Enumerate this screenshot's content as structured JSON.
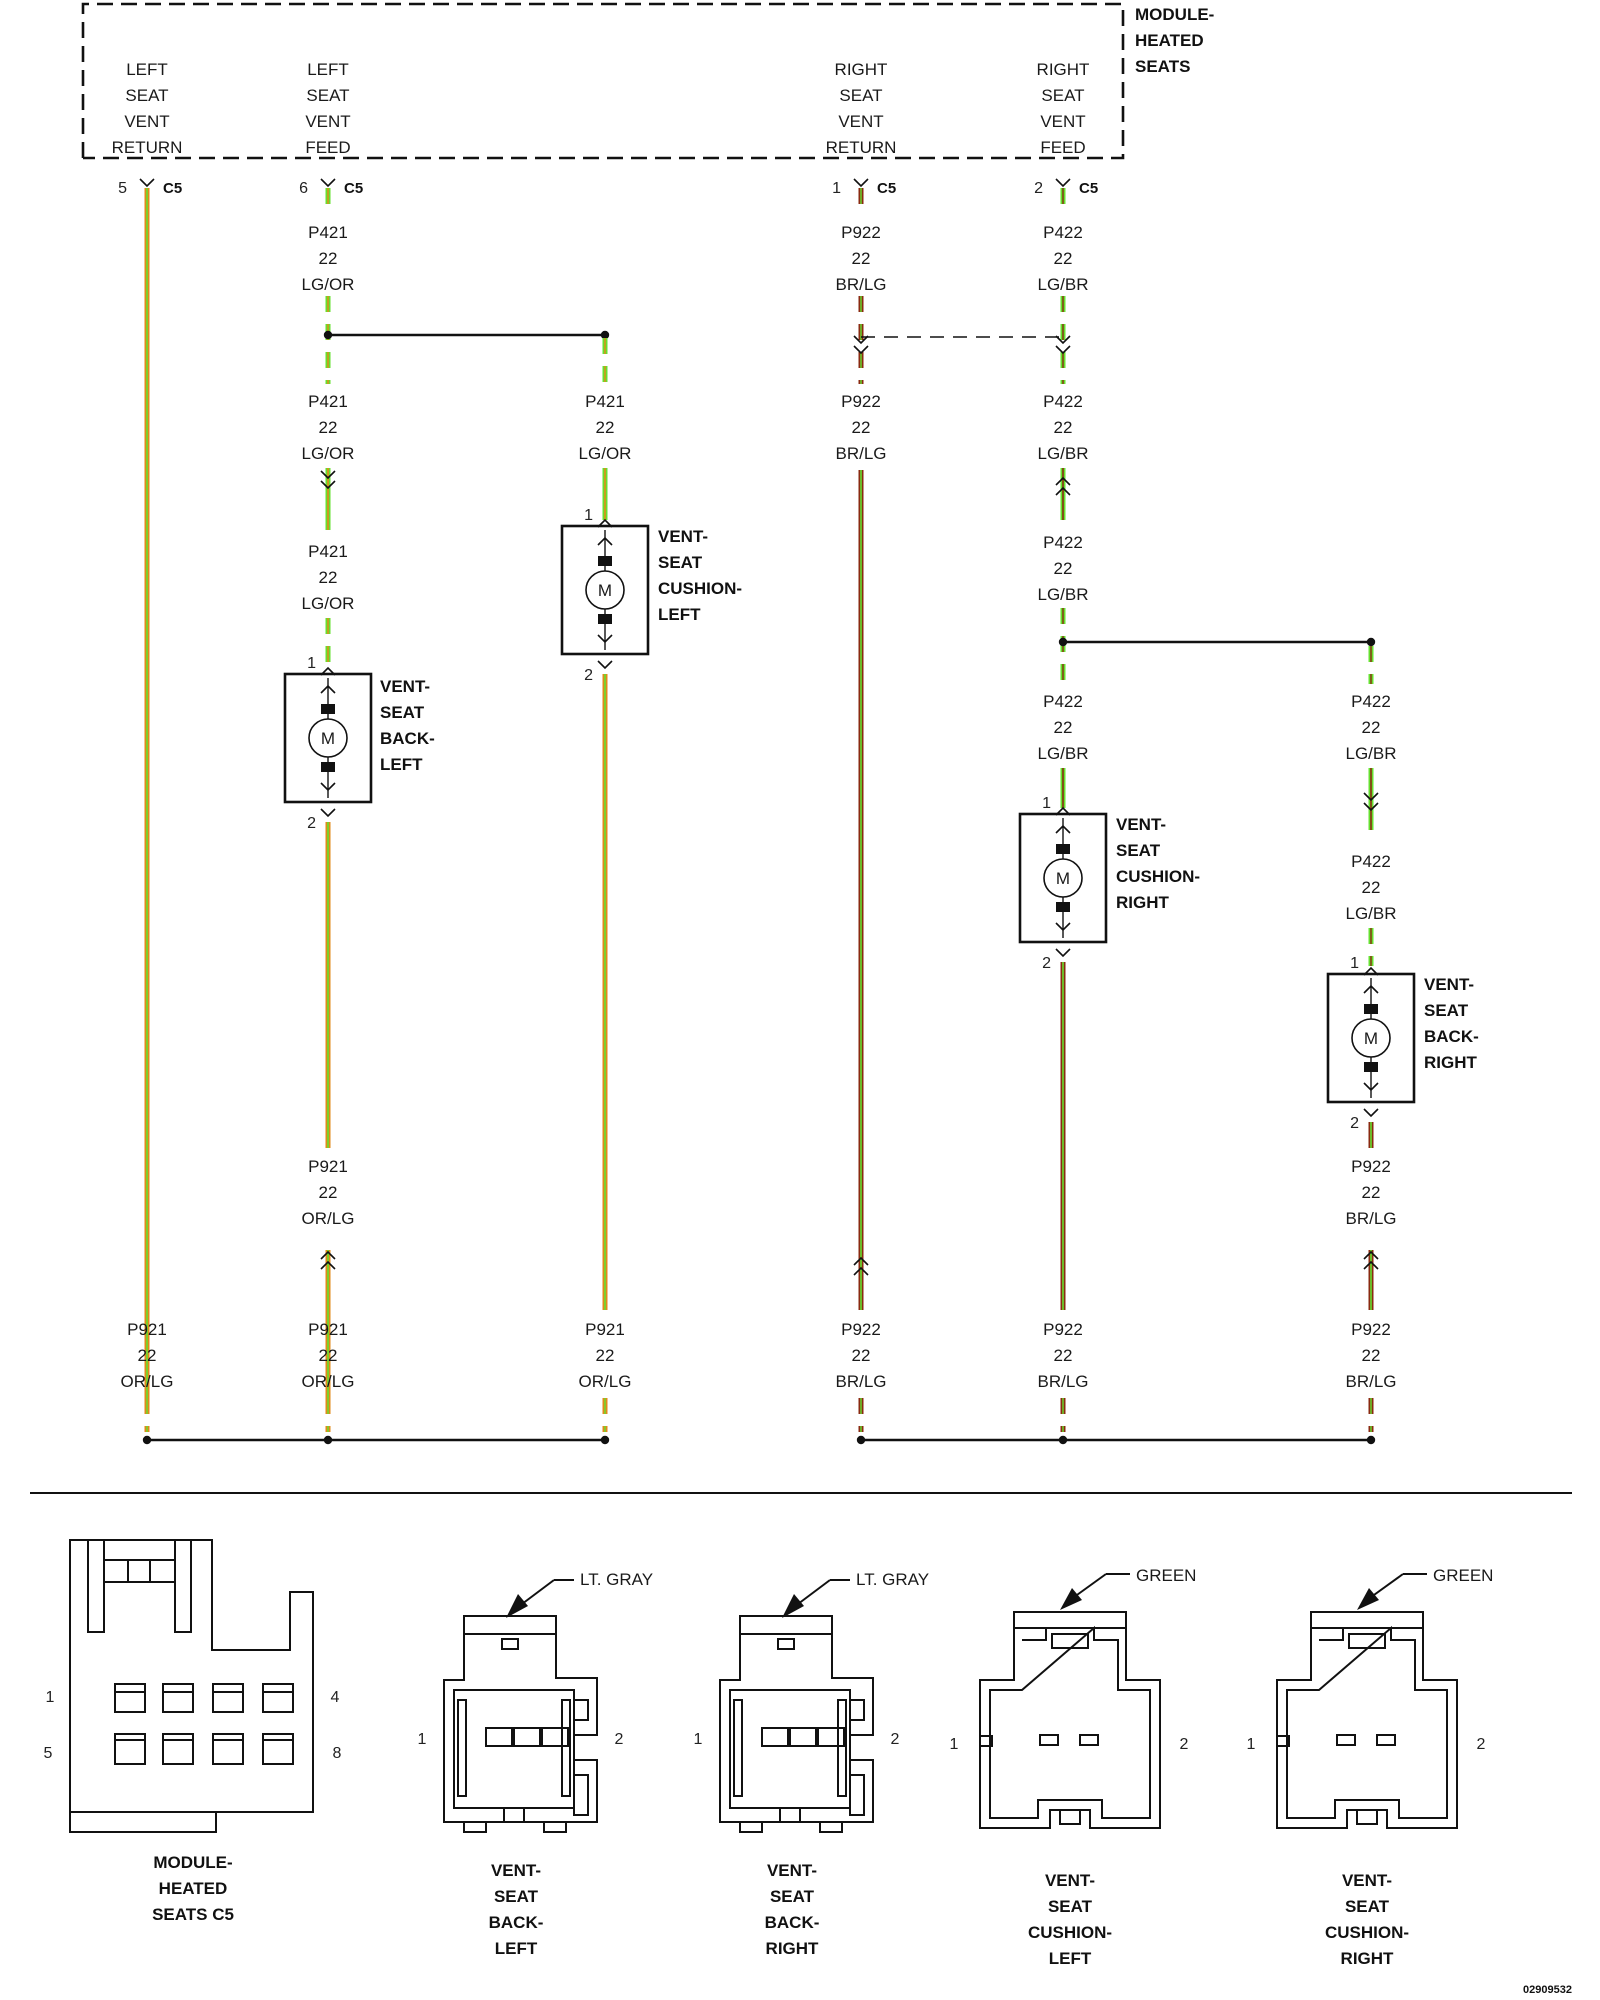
{
  "module": {
    "title": [
      "MODULE-",
      "HEATED",
      "SEATS"
    ],
    "connector": "C5"
  },
  "module_pins": [
    {
      "id": "lsvr",
      "label": [
        "LEFT",
        "SEAT",
        "VENT",
        "RETURN"
      ],
      "pin": "5",
      "connector": "C5"
    },
    {
      "id": "lsvf",
      "label": [
        "LEFT",
        "SEAT",
        "VENT",
        "FEED"
      ],
      "pin": "6",
      "connector": "C5"
    },
    {
      "id": "rsvr",
      "label": [
        "RIGHT",
        "SEAT",
        "VENT",
        "RETURN"
      ],
      "pin": "1",
      "connector": "C5"
    },
    {
      "id": "rsvf",
      "label": [
        "RIGHT",
        "SEAT",
        "VENT",
        "FEED"
      ],
      "pin": "2",
      "connector": "C5"
    }
  ],
  "wire_codes": {
    "p421": [
      "P421",
      "22",
      "LG/OR"
    ],
    "p422": [
      "P422",
      "22",
      "LG/BR"
    ],
    "p921": [
      "P921",
      "22",
      "OR/LG"
    ],
    "p922": [
      "P922",
      "22",
      "BR/LG"
    ]
  },
  "components": [
    {
      "id": "back-left",
      "label": [
        "VENT-",
        "SEAT",
        "BACK-",
        "LEFT"
      ],
      "pin_top": "1",
      "pin_bottom": "2",
      "motor": "M"
    },
    {
      "id": "cushion-left",
      "label": [
        "VENT-",
        "SEAT",
        "CUSHION-",
        "LEFT"
      ],
      "pin_top": "1",
      "pin_bottom": "2",
      "motor": "M"
    },
    {
      "id": "cushion-right",
      "label": [
        "VENT-",
        "SEAT",
        "CUSHION-",
        "RIGHT"
      ],
      "pin_top": "1",
      "pin_bottom": "2",
      "motor": "M"
    },
    {
      "id": "back-right",
      "label": [
        "VENT-",
        "SEAT",
        "BACK-",
        "RIGHT"
      ],
      "pin_top": "1",
      "pin_bottom": "2",
      "motor": "M"
    }
  ],
  "connector_views": [
    {
      "id": "module-c5",
      "label": [
        "MODULE-",
        "HEATED",
        "SEATS C5"
      ],
      "pins": [
        "1",
        "4",
        "5",
        "8"
      ]
    },
    {
      "id": "back-left",
      "label": [
        "VENT-",
        "SEAT",
        "BACK-",
        "LEFT"
      ],
      "color": "LT. GRAY",
      "pins": [
        "1",
        "2"
      ]
    },
    {
      "id": "back-right",
      "label": [
        "VENT-",
        "SEAT",
        "BACK-",
        "RIGHT"
      ],
      "color": "LT. GRAY",
      "pins": [
        "1",
        "2"
      ]
    },
    {
      "id": "cushion-left",
      "label": [
        "VENT-",
        "SEAT",
        "CUSHION-",
        "LEFT"
      ],
      "color": "GREEN",
      "pins": [
        "1",
        "2"
      ]
    },
    {
      "id": "cushion-right",
      "label": [
        "VENT-",
        "SEAT",
        "CUSHION-",
        "RIGHT"
      ],
      "color": "GREEN",
      "pins": [
        "1",
        "2"
      ]
    }
  ],
  "wire_colors": {
    "lg": "#66e030",
    "or": "#e08a1a",
    "br": "#8a2a10"
  },
  "ref_number": "02909532"
}
